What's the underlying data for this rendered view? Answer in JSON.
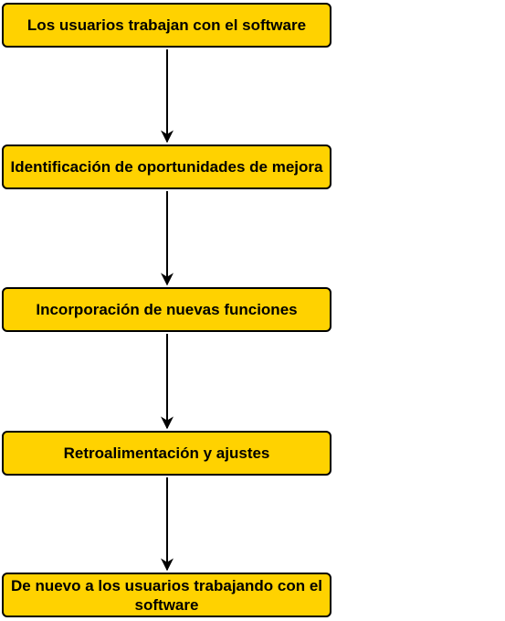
{
  "diagram": {
    "nodes": [
      {
        "id": "n1",
        "label": "Los usuarios trabajan con el software"
      },
      {
        "id": "n2",
        "label": "Identificación de oportunidades de mejora"
      },
      {
        "id": "n3",
        "label": "Incorporación de nuevas funciones"
      },
      {
        "id": "n4",
        "label": "Retroalimentación y ajustes"
      },
      {
        "id": "n5",
        "label": "De nuevo a los usuarios trabajando con el software"
      }
    ],
    "edges": [
      {
        "from": "n1",
        "to": "n2"
      },
      {
        "from": "n2",
        "to": "n3"
      },
      {
        "from": "n3",
        "to": "n4"
      },
      {
        "from": "n4",
        "to": "n5"
      }
    ],
    "colors": {
      "node_fill": "#ffd200",
      "node_border": "#000000",
      "edge": "#000000"
    }
  }
}
